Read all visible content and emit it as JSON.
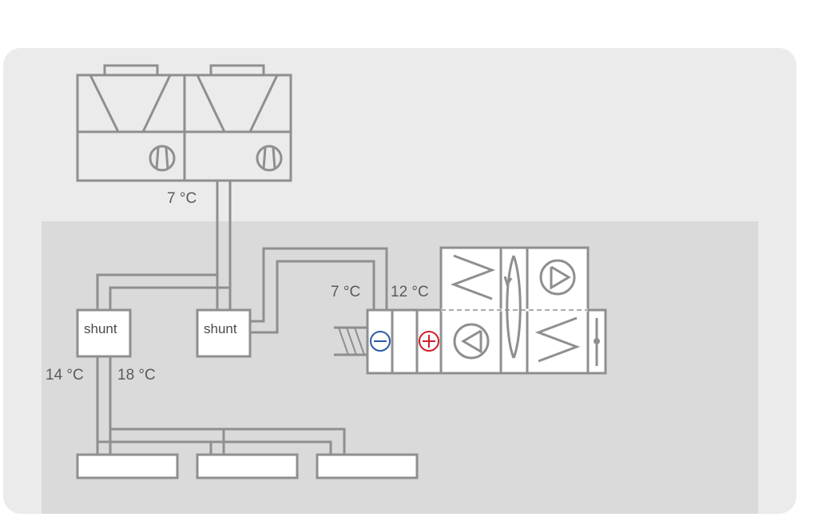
{
  "labels": {
    "chiller_supply_temp": "7 °C",
    "ahu_supply_temp": "7 °C",
    "ahu_return_temp": "12 °C",
    "terminal_supply_temp": "14 °C",
    "terminal_return_temp": "18 °C",
    "shunt_left": "shunt",
    "shunt_right": "shunt"
  },
  "colors": {
    "outdoor_zone": "#ebebeb",
    "indoor_zone": "#dadada",
    "line": "#8f8f8f",
    "cooling_coil": "#2a5aa8",
    "heating_coil": "#d0202a"
  },
  "icons": {
    "compressor": "compressor-icon",
    "fan": "fan-icon",
    "cooling_coil": "cooling-coil-minus-icon",
    "heating_coil": "heating-coil-plus-icon",
    "heat_wheel": "rotary-heat-exchanger-icon",
    "damper": "damper-icon",
    "filter": "bag-filter-icon"
  }
}
